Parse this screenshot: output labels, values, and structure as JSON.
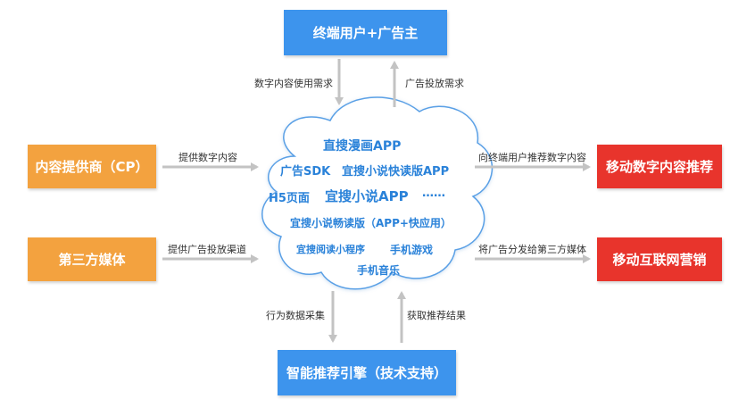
{
  "colors": {
    "blue": "#3d94ed",
    "orange": "#f3a23f",
    "red": "#e8342c",
    "cloud_text": "#2a82d9",
    "arrow": "#c3c3c3"
  },
  "boxes": {
    "top": "终端用户+广告主",
    "content_provider": "内容提供商（CP）",
    "third_party_media": "第三方媒体",
    "mobile_content_recommend": "移动数字内容推荐",
    "mobile_internet_marketing": "移动互联网营销",
    "bottom": "智能推荐引擎（技术支持）"
  },
  "arrow_labels": {
    "digital_content_demand": "数字内容使用需求",
    "ad_placement_demand": "广告投放需求",
    "provide_digital_content": "提供数字内容",
    "provide_ad_channel": "提供广告投放渠道",
    "recommend_to_users": "向终端用户推荐数字内容",
    "distribute_ads": "将广告分发给第三方媒体",
    "behavior_collection": "行为数据采集",
    "get_results": "获取推荐结果"
  },
  "cloud": {
    "line1": "直搜漫画APP",
    "line2a": "广告SDK",
    "line2b": "宜搜小说快读版APP",
    "line3a": "H5页面",
    "line3b": "宜搜小说APP",
    "line3c": "……",
    "line4": "宜搜小说畅读版（APP+快应用）",
    "line5a": "宜搜阅读小程序",
    "line5b": "手机游戏",
    "line6": "手机音乐"
  }
}
